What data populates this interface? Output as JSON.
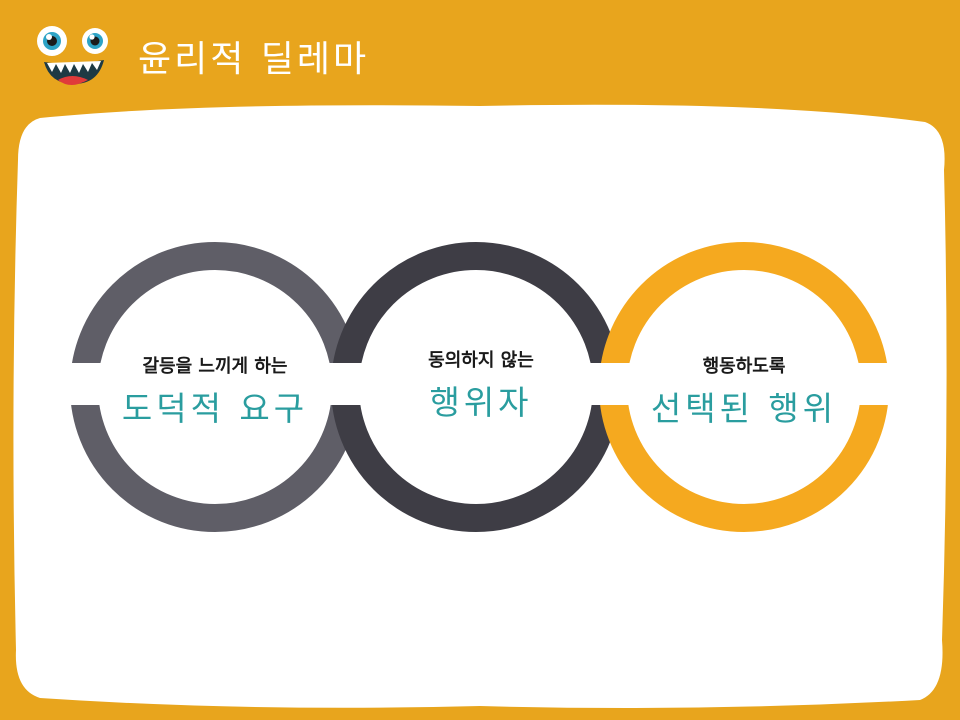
{
  "header": {
    "title": "윤리적 딜레마",
    "mascot_icon": "monster-face-icon"
  },
  "colors": {
    "background": "#E8A51D",
    "panel": "#FFFFFF",
    "ring_1": "#5F5E67",
    "ring_2": "#3E3D45",
    "ring_3": "#F5A91F",
    "accent_text": "#2A9D9F"
  },
  "diagram": {
    "items": [
      {
        "top": "갈등을 느끼게 하는",
        "main": "도덕적 요구"
      },
      {
        "top": "동의하지 않는",
        "main": "행위자"
      },
      {
        "top": "행동하도록",
        "main": "선택된 행위"
      }
    ]
  }
}
